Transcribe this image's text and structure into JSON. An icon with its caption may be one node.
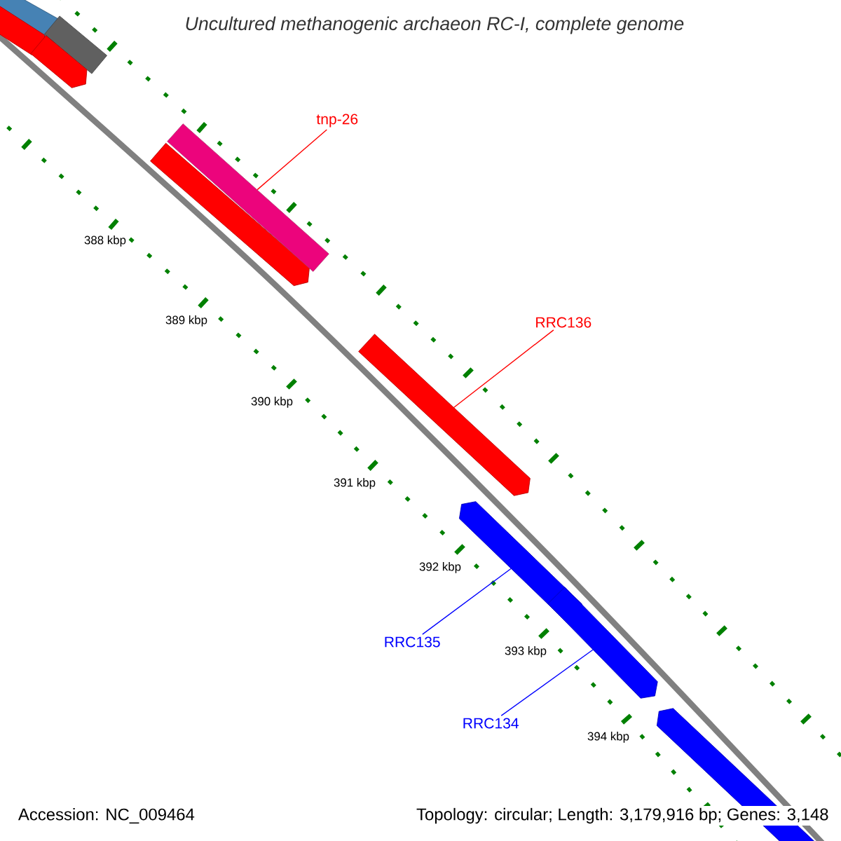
{
  "diagram": {
    "title": "Uncultured methanogenic archaeon RC-I, complete genome",
    "nodes": [
      {
        "text": [
          "tnp-26"
        ]
      },
      {
        "text": [],
        "shape": "bar"
      },
      {
        "text": [
          "RRC136"
        ]
      },
      {
        "text": [],
        "shape": "bar"
      },
      {
        "text": [
          "RRC135"
        ]
      },
      {
        "text": [],
        "shape": "bar"
      },
      {
        "text": [
          "RRC134"
        ]
      },
      {
        "text": [],
        "shape": "bar"
      },
      {
        "text": [],
        "shape": "bar"
      }
    ],
    "edges": [
      {
        "from": 0,
        "to": 1,
        "arrow": "none",
        "color": "#ff0000"
      },
      {
        "from": 2,
        "to": 3,
        "arrow": "none",
        "color": "#ff0000"
      },
      {
        "from": 4,
        "to": 5,
        "arrow": "none",
        "color": "#0000ff"
      },
      {
        "from": 6,
        "to": 7,
        "arrow": "none",
        "color": "#0000ff"
      }
    ],
    "labels": [
      "388 kbp",
      "389 kbp",
      "390 kbp",
      "391 kbp",
      "392 kbp",
      "393 kbp",
      "394 kbp",
      "Accession: NC_009464",
      "Topology: circular; Length: 3,179,916 bp; Genes: 3,148"
    ]
  }
}
